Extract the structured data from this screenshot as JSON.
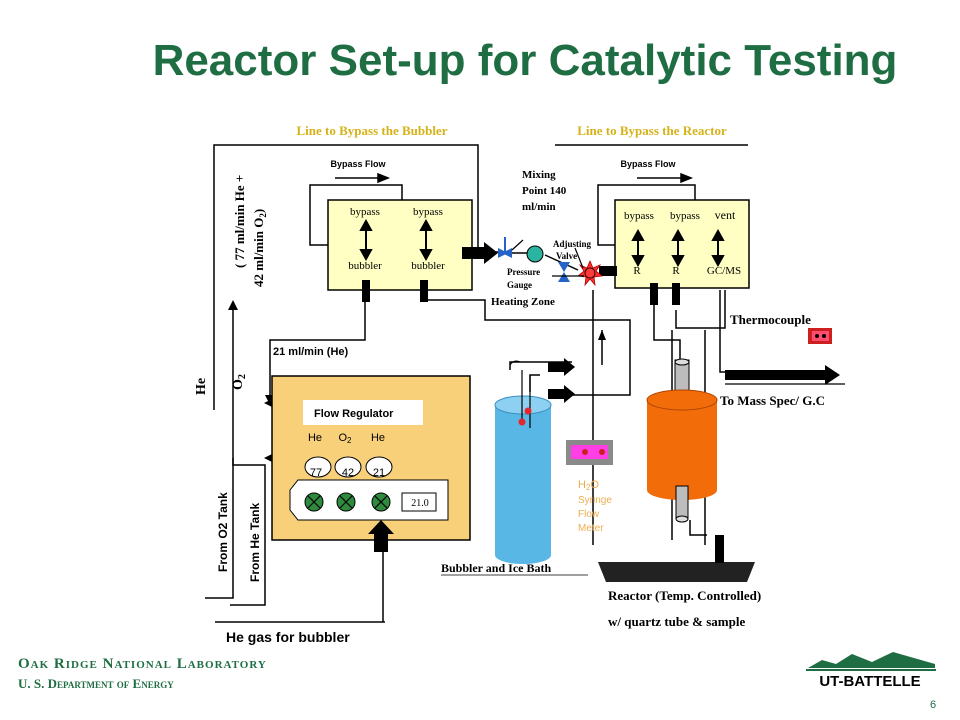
{
  "title": "Reactor Set-up for Catalytic Testing",
  "page_number": "6",
  "org": {
    "line1": "Oak Ridge National Laboratory",
    "line2": "U. S. Department of Energy"
  },
  "logo_text": "UT-BATTELLE",
  "labels": {
    "bypass_bubbler_line": "Line to Bypass the Bubbler",
    "bypass_reactor_line": "Line to Bypass the Reactor",
    "bypass_flow_left": "Bypass Flow",
    "bypass_flow_right": "Bypass Flow",
    "mixing_point_1": "Mixing",
    "mixing_point_2": "Point 140",
    "mixing_point_3": "ml/min",
    "adjusting_valve_1": "Adjusting",
    "adjusting_valve_2": "Valve",
    "pressure_gauge_1": "Pressure",
    "pressure_gauge_2": "Gauge",
    "heating_zone": "Heating Zone",
    "feed_rate_1": "( 77 ml/min He +",
    "feed_rate_2": "42 ml/min O",
    "feed_rate_2_sub": "2",
    "feed_rate_2_end": ")",
    "he_left": "He",
    "o2_left": "O",
    "o2_left_sub": "2",
    "he_flow_21": "21 ml/min (He)",
    "thermocouple": "Thermocouple",
    "to_mass_spec": "To Mass Spec/ G.C",
    "from_o2_tank": "From O2 Tank",
    "from_he_tank": "From He Tank",
    "he_gas_bubbler": "He gas for bubbler",
    "bubbler_ice_bath": "Bubbler and Ice Bath",
    "reactor_1": "Reactor (Temp. Controlled)",
    "reactor_2": "w/ quartz tube & sample",
    "h2o": "H",
    "h2o_sub": "2",
    "h2o_end": "O",
    "syringe_1": "Syringe",
    "syringe_2": "Flow",
    "syringe_3": "Meter"
  },
  "left_valve_box": {
    "top_labels": [
      "bypass",
      "bypass"
    ],
    "bottom_labels": [
      "bubbler",
      "bubbler"
    ]
  },
  "right_valve_box": {
    "top_labels": [
      "bypass",
      "bypass",
      "vent"
    ],
    "bottom_labels": [
      "R",
      "R",
      "GC/MS"
    ]
  },
  "flow_regulator": {
    "title": "Flow Regulator",
    "gas_labels": [
      "He",
      "O",
      "He"
    ],
    "o2_sub": "2",
    "values": [
      "77",
      "42",
      "21"
    ],
    "display": "21.0"
  },
  "colors": {
    "title_green": "#1f6e43",
    "box_yellow": "#ffffc4",
    "regulator_orange": "#f9d07a",
    "bubbler_blue": "#59b7e6",
    "reactor_orange": "#f26c0a",
    "line_label_gold": "#d6b21a",
    "org_text": "#1f6e43",
    "syringe_label": "#f0ad4e"
  }
}
